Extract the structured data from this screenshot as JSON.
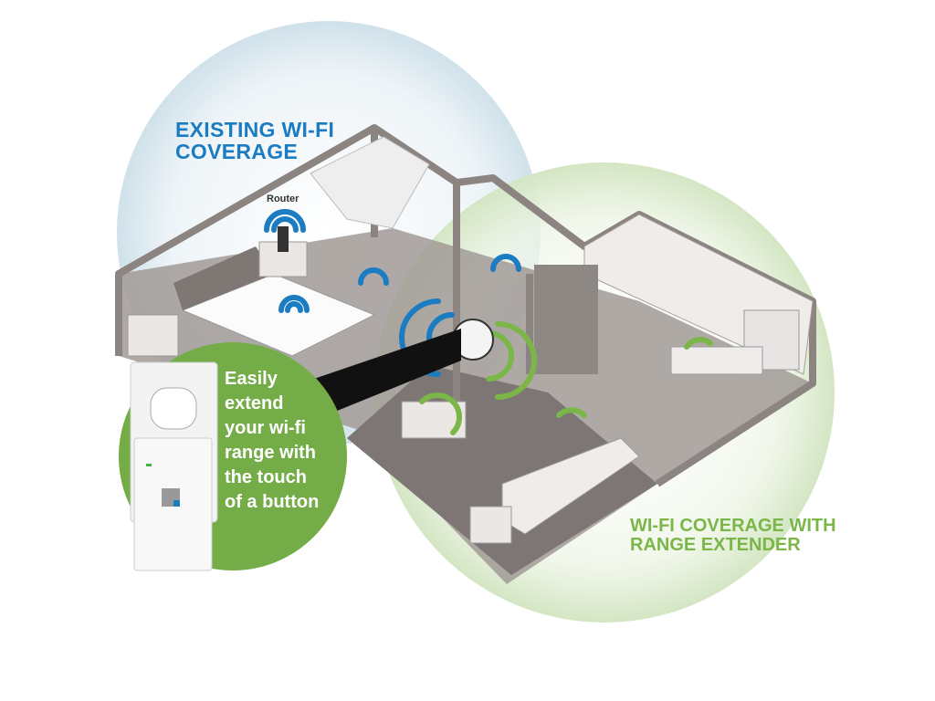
{
  "labels": {
    "existing_coverage": [
      "EXISTING WI-FI",
      "COVERAGE"
    ],
    "extender_coverage": [
      "WI-FI COVERAGE WITH",
      "RANGE EXTENDER"
    ],
    "router": "Router",
    "callout": [
      "Easily",
      "extend",
      "your wi-fi",
      "range with",
      "the touch",
      "of a button"
    ]
  },
  "colors": {
    "existing": "#1b7cc2",
    "extender": "#7ab648",
    "callout_bg": "#74ad48",
    "house": "#8c8481"
  }
}
